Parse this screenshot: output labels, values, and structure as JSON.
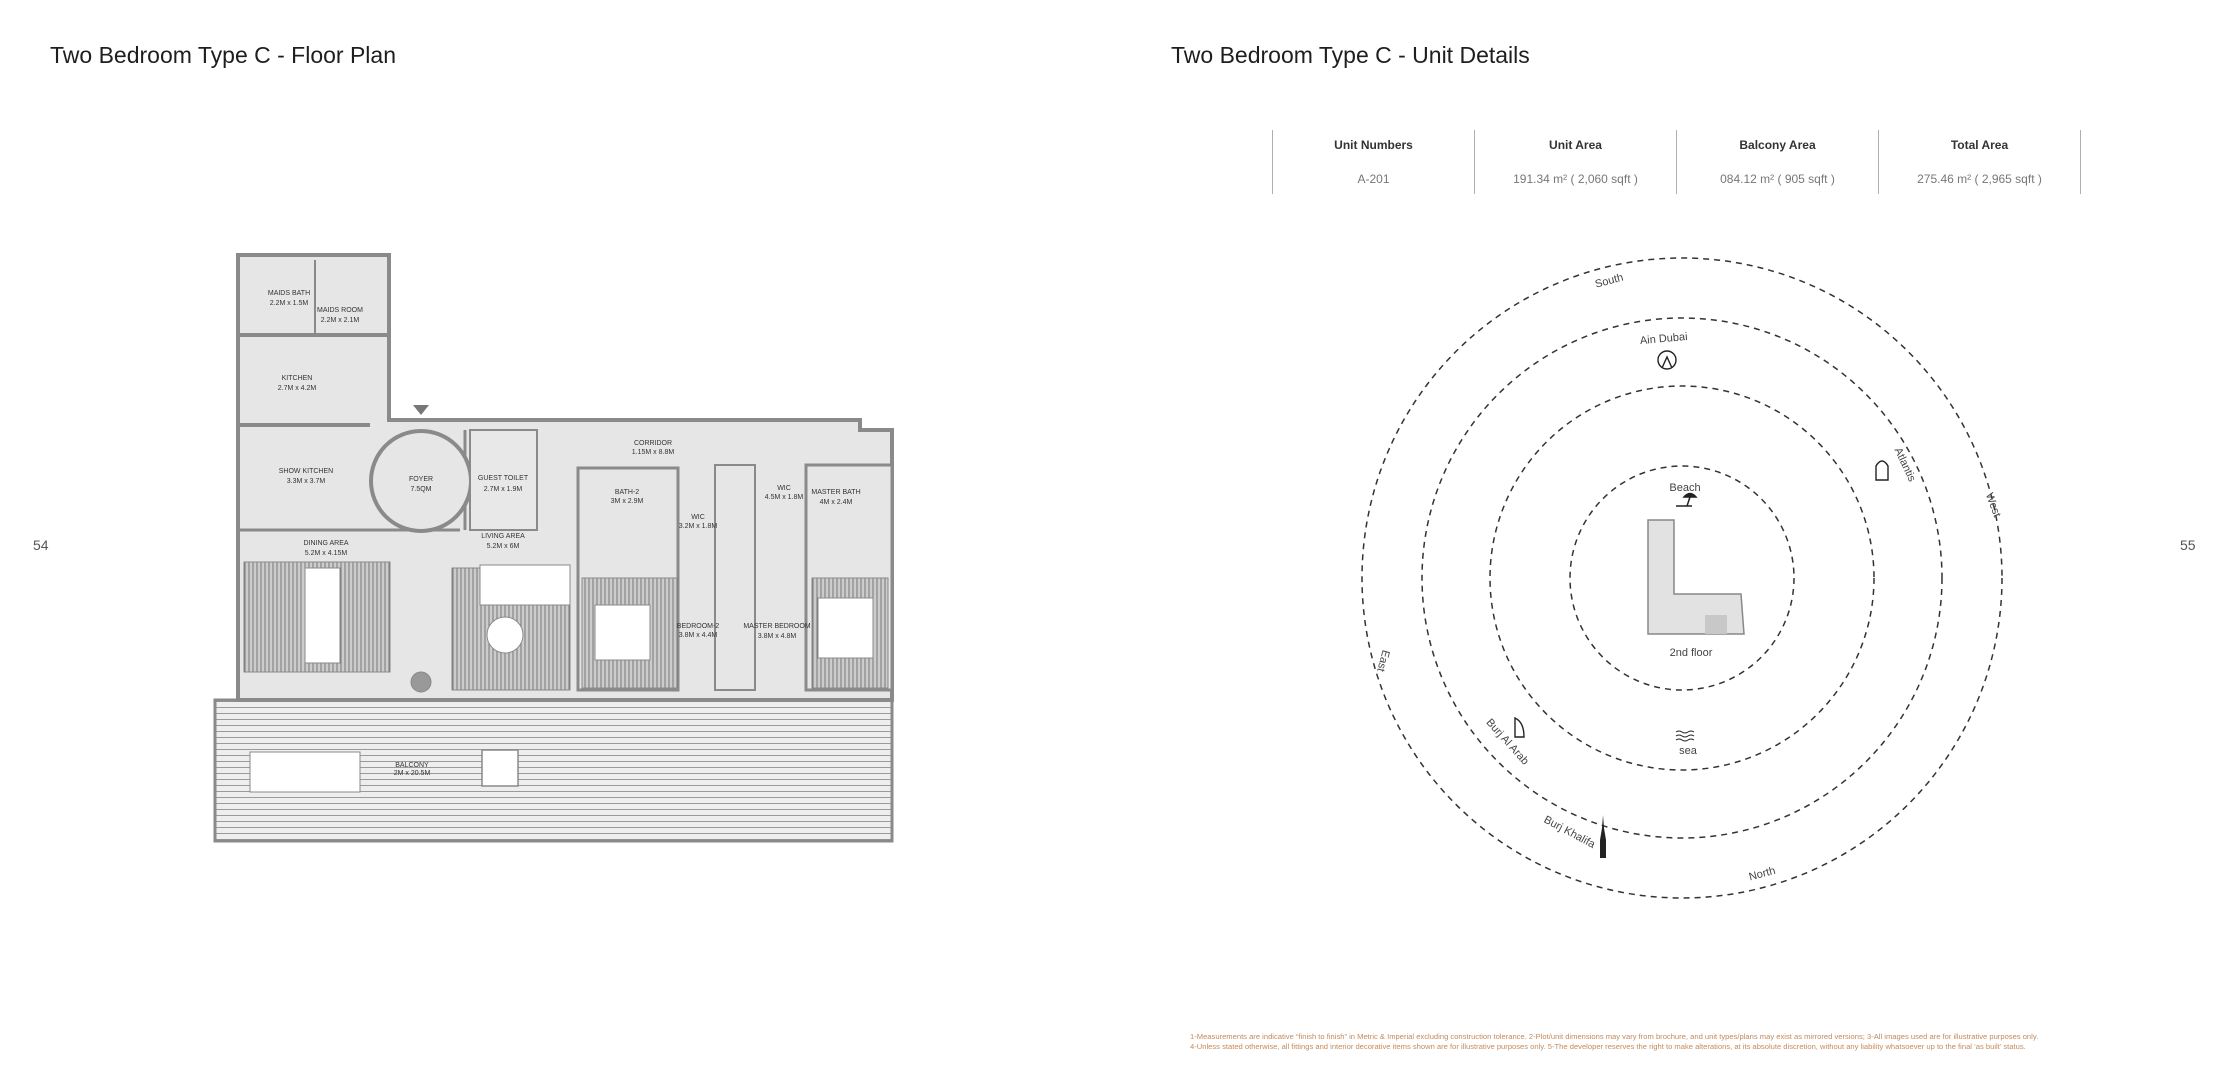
{
  "left_page": {
    "title": "Two Bedroom Type C - Floor Plan",
    "page_number": "54",
    "rooms": [
      {
        "name": "MAIDS BATH",
        "dims": "2.2M x 1.5M"
      },
      {
        "name": "MAIDS ROOM",
        "dims": "2.2M x 2.1M"
      },
      {
        "name": "KITCHEN",
        "dims": "2.7M x 4.2M"
      },
      {
        "name": "SHOW KITCHEN",
        "dims": "3.3M x 3.7M"
      },
      {
        "name": "FOYER",
        "dims": "7.5QM"
      },
      {
        "name": "GUEST TOILET",
        "dims": "2.7M x 1.9M"
      },
      {
        "name": "CORRIDOR",
        "dims": "1.15M x 8.8M"
      },
      {
        "name": "BATH-2",
        "dims": "3M x 2.9M"
      },
      {
        "name": "WIC",
        "dims": "3.2M x 1.8M"
      },
      {
        "name": "WIC",
        "dims": "4.5M x 1.8M"
      },
      {
        "name": "MASTER BATH",
        "dims": "4M x 2.4M"
      },
      {
        "name": "LIVING AREA",
        "dims": "5.2M x 6M"
      },
      {
        "name": "DINING AREA",
        "dims": "5.2M x 4.15M"
      },
      {
        "name": "BEDROOM-2",
        "dims": "3.8M x 4.4M"
      },
      {
        "name": "MASTER BEDROOM",
        "dims": "3.8M x 4.8M"
      },
      {
        "name": "BALCONY",
        "dims": "2M x 20.5M"
      }
    ]
  },
  "right_page": {
    "title": "Two Bedroom Type C - Unit Details",
    "page_number": "55",
    "table": {
      "headers": [
        "Unit Numbers",
        "Unit Area",
        "Balcony Area",
        "Total Area"
      ],
      "values": [
        "A-201",
        "191.34 m² ( 2,060 sqft )",
        "084.12 m² ( 905 sqft )",
        "275.46 m² ( 2,965 sqft )"
      ]
    },
    "orientation_map": {
      "directions": {
        "south": "South",
        "west": "West",
        "east": "East",
        "north": "North"
      },
      "landmarks": {
        "ain_dubai": "Ain Dubai",
        "atlantis": "Atlantis",
        "beach": "Beach",
        "sea": "sea",
        "burj_al_arab": "Burj Al Arab",
        "burj_khalifa": "Burj Khalifa"
      },
      "floor_label": "2nd floor"
    },
    "footnote": [
      "1-Measurements are indicative “finish to finish” in Metric & Imperial excluding construction tolerance. 2-Plot/unit dimensions may vary from brochure, and unit types/plans may exist as mirrored versions; 3-All images used are for illustrative purposes only.",
      "4-Unless stated otherwise, all fittings and interior decorative items shown are for illustrative purposes only. 5-The developer reserves the right to make alterations, at its absolute discretion, without any liability whatsoever up to the final ‘as built’ status."
    ]
  },
  "colors": {
    "footnote": "#c58a5c",
    "plan_fill": "#e6e6e6",
    "wall": "#8a8a8a"
  }
}
